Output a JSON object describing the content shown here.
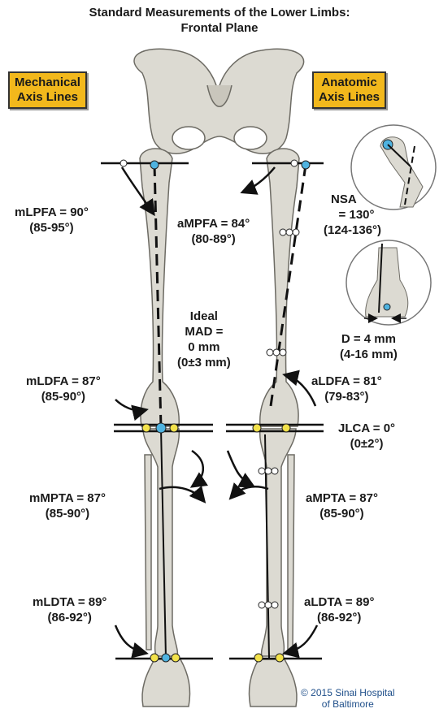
{
  "title": {
    "line1": "Standard Measurements of the Lower Limbs:",
    "line2": "Frontal Plane"
  },
  "badges": {
    "mechanical": {
      "line1": "Mechanical",
      "line2": "Axis Lines"
    },
    "anatomic": {
      "line1": "Anatomic",
      "line2": "Axis Lines"
    }
  },
  "labels": {
    "mlpfa": {
      "name": "mLPFA = 90°",
      "range": "(85-95°)"
    },
    "ampfa": {
      "name": "aMPFA = 84°",
      "range": "(80-89°)"
    },
    "nsa": {
      "name": "NSA",
      "value": "= 130°",
      "range": "(124-136°)"
    },
    "mad": {
      "line1": "Ideal",
      "line2": "MAD =",
      "line3": "0 mm",
      "line4": "(0±3 mm)"
    },
    "d": {
      "name": "D = 4 mm",
      "range": "(4-16 mm)"
    },
    "mldfa": {
      "name": "mLDFA = 87°",
      "range": "(85-90°)"
    },
    "aldfa": {
      "name": "aLDFA = 81°",
      "range": "(79-83°)"
    },
    "jlca": {
      "name": "JLCA = 0°",
      "range": "(0±2°)"
    },
    "mmpta": {
      "name": "mMPTA = 87°",
      "range": "(85-90°)"
    },
    "ampta": {
      "name": "aMPTA = 87°",
      "range": "(85-90°)"
    },
    "mldta": {
      "name": "mLDTA = 89°",
      "range": "(86-92°)"
    },
    "aldta": {
      "name": "aLDTA = 89°",
      "range": "(86-92°)"
    }
  },
  "copyright": {
    "line1": "© 2015 Sinai Hospital",
    "line2": "of Baltimore"
  },
  "colors": {
    "bone": "#dcdad2",
    "badge": "#f2b81c",
    "joint_marker": "#4fb3e0",
    "tibia_marker": "#f3e24a"
  }
}
